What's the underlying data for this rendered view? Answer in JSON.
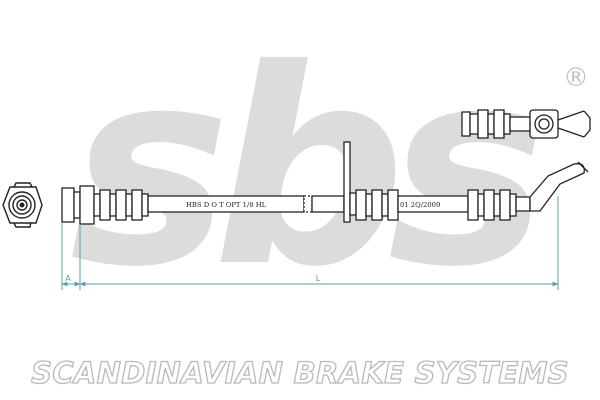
{
  "logo": {
    "mark_text": "sbs",
    "registered_symbol": "®",
    "watermark_color": "#d9d9d9"
  },
  "hose_markings": {
    "left_print": "HBS D O T OPT 1/8 HL",
    "right_print": "01 2Q/2009"
  },
  "dimensions": {
    "short_label": "A",
    "length_label": "L",
    "dimension_line_color": "#5aa0a0"
  },
  "brand": {
    "company_name": "SCANDINAVIAN BRAKE SYSTEMS"
  },
  "colors": {
    "line": "#222222",
    "metal_fill": "#ffffff"
  }
}
